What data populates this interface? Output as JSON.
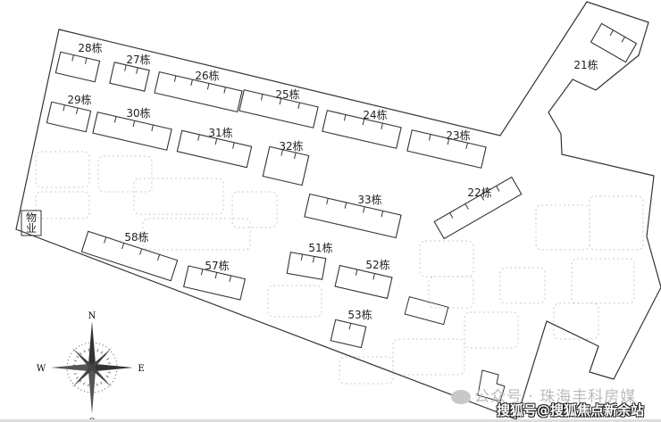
{
  "map": {
    "buildings": [
      {
        "id": "b28",
        "label": "28栋"
      },
      {
        "id": "b27",
        "label": "27栋"
      },
      {
        "id": "b26",
        "label": "26栋"
      },
      {
        "id": "b25",
        "label": "25栋"
      },
      {
        "id": "b24",
        "label": "24栋"
      },
      {
        "id": "b23",
        "label": "23栋"
      },
      {
        "id": "b29",
        "label": "29栋"
      },
      {
        "id": "b30",
        "label": "30栋"
      },
      {
        "id": "b31",
        "label": "31栋"
      },
      {
        "id": "b32",
        "label": "32栋"
      },
      {
        "id": "b33",
        "label": "33栋"
      },
      {
        "id": "b22",
        "label": "22栋"
      },
      {
        "id": "b21",
        "label": "21栋"
      },
      {
        "id": "b58",
        "label": "58栋"
      },
      {
        "id": "b57",
        "label": "57栋"
      },
      {
        "id": "b51",
        "label": "51栋"
      },
      {
        "id": "b52",
        "label": "52栋"
      },
      {
        "id": "b53",
        "label": "53栋"
      }
    ],
    "property_office": {
      "line1": "物",
      "line2": "业"
    },
    "compass": {
      "n": "N",
      "s": "S",
      "e": "E",
      "w": "W"
    }
  },
  "watermark": {
    "wechat": "公众号 · 珠海丰科房媒",
    "sohu": "搜狐号@搜狐焦点新余站"
  }
}
